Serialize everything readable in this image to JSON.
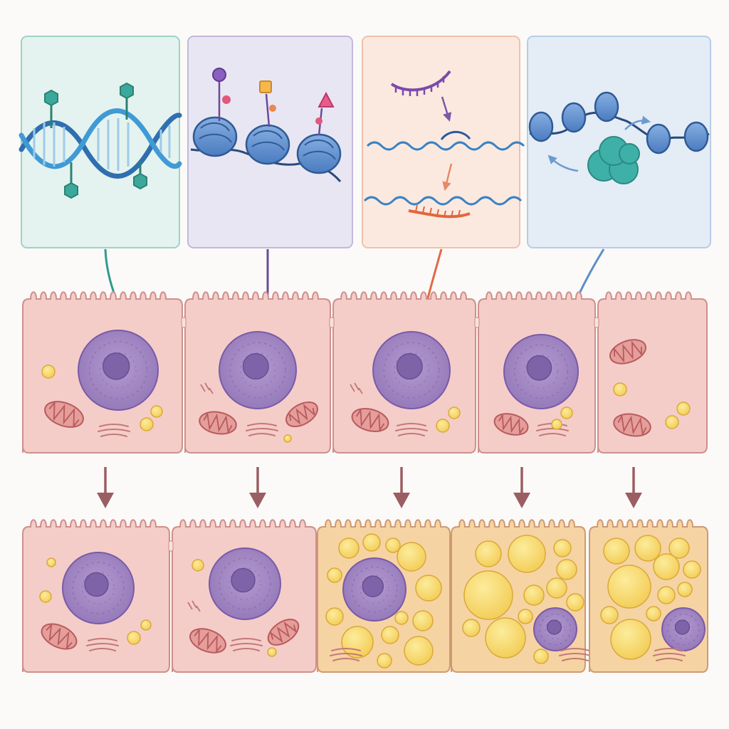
{
  "colors": {
    "background": "#fbfaf8",
    "panel_dna": "#e4f3ef",
    "panel_histone": "#e9e6f3",
    "panel_rna": "#fbe9e0",
    "panel_remodel": "#e4ecf6",
    "arrow_dna": "#2f9a8e",
    "arrow_histone": "#6a4a9a",
    "arrow_rna": "#e06a44",
    "arrow_remodel": "#5b8fc8",
    "cell_fill": "#f4cdc8",
    "cell_outline": "#cf8f8c",
    "nucleus": "#a78bc4",
    "nucleolus": "#7f63a8",
    "lipid": "#f7d66a",
    "fat_cell_fill": "#f6d3a2",
    "down_arrow": "#9b5e62"
  },
  "panels": [
    {
      "id": "dna-methylation",
      "icon": "dna-helix-with-methyl-groups"
    },
    {
      "id": "histone-modification",
      "icon": "nucleosomes-with-tags"
    },
    {
      "id": "noncoding-rna",
      "icon": "rna-binding-mrna"
    },
    {
      "id": "chromatin-remodeling",
      "icon": "remodeling-complex-on-chromatin"
    }
  ],
  "top_row_cells": [
    {
      "state": "normal",
      "nucleus": "large-center",
      "targeted_by": "dna-methylation"
    },
    {
      "state": "normal",
      "nucleus": "large-center",
      "targeted_by": "histone-modification"
    },
    {
      "state": "normal",
      "nucleus": "large-center",
      "targeted_by": "noncoding-rna"
    },
    {
      "state": "normal",
      "nucleus": "large-center",
      "targeted_by": "chromatin-remodeling"
    },
    {
      "state": "normal",
      "nucleus": "none",
      "targeted_by": ""
    }
  ],
  "bottom_row_cells": [
    {
      "state": "normal",
      "lipid_droplets": "few"
    },
    {
      "state": "normal",
      "lipid_droplets": "few"
    },
    {
      "state": "fat-accumulating",
      "lipid_droplets": "many"
    },
    {
      "state": "fat-accumulating",
      "lipid_droplets": "many-large"
    },
    {
      "state": "fat-accumulating",
      "lipid_droplets": "many-large"
    }
  ]
}
